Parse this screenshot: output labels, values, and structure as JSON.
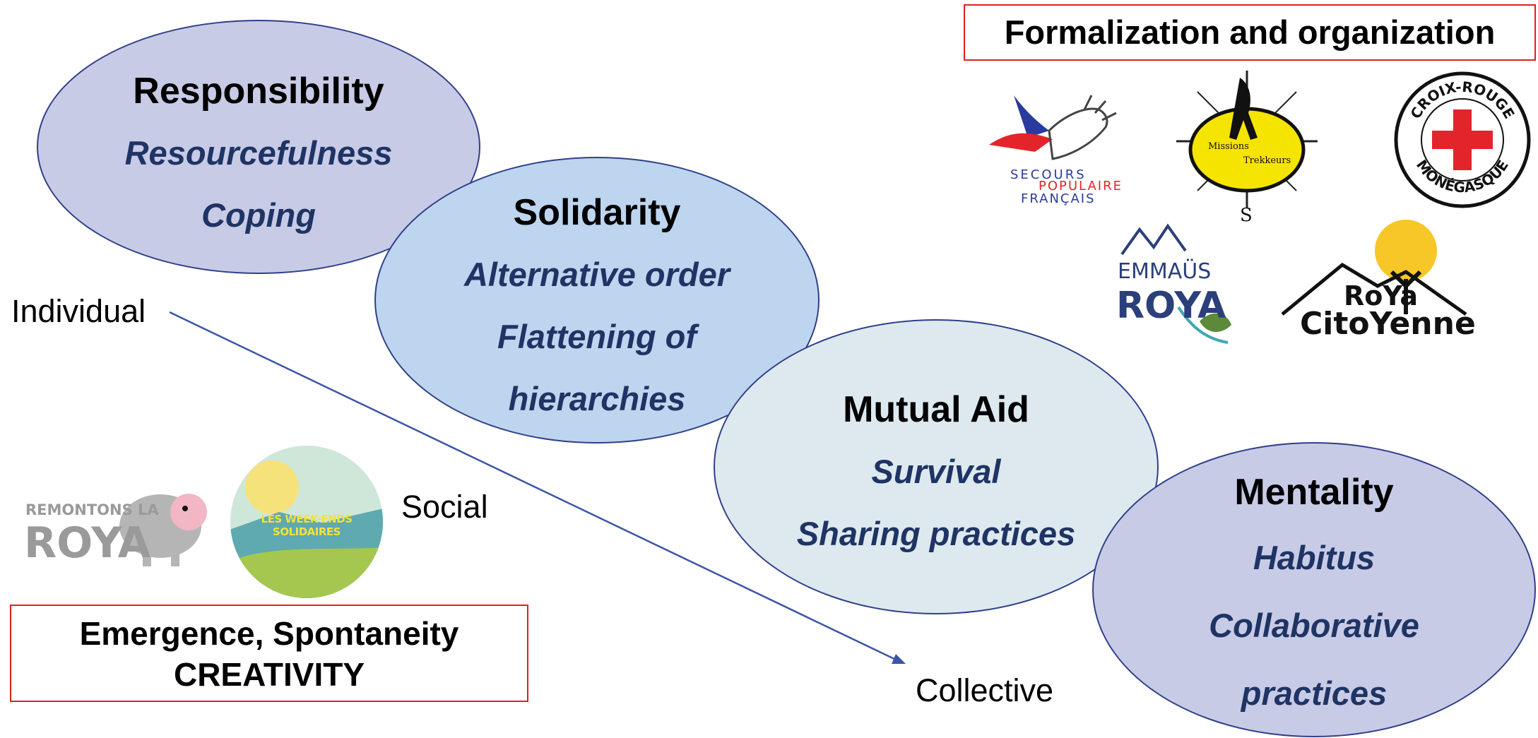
{
  "ellipses": {
    "responsibility": {
      "title": "Responsibility",
      "lines": [
        "Resourcefulness",
        "Coping"
      ],
      "fill": "#c8cbe6"
    },
    "solidarity": {
      "title": "Solidarity",
      "lines": [
        "Alternative order",
        "Flattening of",
        "hierarchies"
      ],
      "fill": "#bdd5ee"
    },
    "mutual_aid": {
      "title": "Mutual Aid",
      "lines": [
        "Survival",
        "Sharing practices"
      ],
      "fill": "#dde9ef"
    },
    "mentality": {
      "title": "Mentality",
      "lines": [
        "Habitus",
        "Collaborative",
        "practices"
      ],
      "fill": "#c8cbe6"
    }
  },
  "labels": {
    "individual": "Individual",
    "social": "Social",
    "collective": "Collective"
  },
  "boxes": {
    "formalization": "Formalization and organization",
    "emergence_line1": "Emergence, Spontaneity",
    "emergence_line2": "CREATIVITY"
  },
  "logos": {
    "secours_populaire": {
      "icon": "dove-hand-logo",
      "text": [
        "SECOURS",
        "POPULAIRE",
        "FRANÇAIS"
      ]
    },
    "missions_trekkeurs": {
      "icon": "compass-hiker-logo",
      "text": [
        "Missions",
        "Trekkeurs",
        "S"
      ]
    },
    "croix_rouge": {
      "icon": "red-cross-logo",
      "text": [
        "CROIX-ROUGE",
        "MONÉGASQUE"
      ]
    },
    "emmaus_roya": {
      "icon": "mountain-leaf-logo",
      "text": [
        "EMMAÜS",
        "ROYA"
      ]
    },
    "roya_citoyenne": {
      "icon": "sun-tree-logo",
      "text": [
        "RoYa",
        "CitoYenne"
      ]
    },
    "remontons_la_roya": {
      "icon": "pig-logo",
      "text": [
        "REMONTONS LA",
        "ROYA"
      ]
    },
    "week_ends_solidaires": {
      "icon": "landscape-circle-logo",
      "text": [
        "LES WEEK-ENDS SOLIDAIRES"
      ]
    }
  },
  "colors": {
    "accent_text": "#1f3464",
    "box_border": "#e0201c",
    "arrow": "#3b55a8"
  }
}
